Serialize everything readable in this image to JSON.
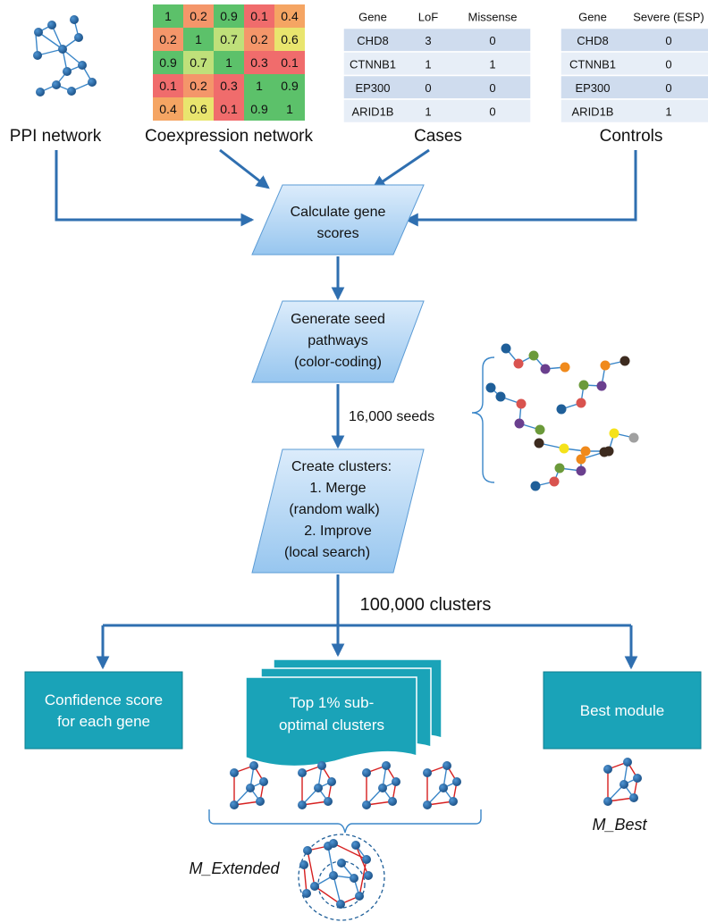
{
  "inputs": {
    "ppi_label": "PPI network",
    "coexp_label": "Coexpression network",
    "cases_label": "Cases",
    "controls_label": "Controls"
  },
  "coexpression_matrix": [
    [
      "1",
      "0.2",
      "0.9",
      "0.1",
      "0.4"
    ],
    [
      "0.2",
      "1",
      "0.7",
      "0.2",
      "0.6"
    ],
    [
      "0.9",
      "0.7",
      "1",
      "0.3",
      "0.1"
    ],
    [
      "0.1",
      "0.2",
      "0.3",
      "1",
      "0.9"
    ],
    [
      "0.4",
      "0.6",
      "0.1",
      "0.9",
      "1"
    ]
  ],
  "cases_table": {
    "headers": [
      "Gene",
      "LoF",
      "Missense"
    ],
    "rows": [
      [
        "CHD8",
        "3",
        "0"
      ],
      [
        "CTNNB1",
        "1",
        "1"
      ],
      [
        "EP300",
        "0",
        "0"
      ],
      [
        "ARID1B",
        "1",
        "0"
      ]
    ]
  },
  "controls_table": {
    "headers": [
      "Gene",
      "Severe (ESP)"
    ],
    "rows": [
      [
        "CHD8",
        "0"
      ],
      [
        "CTNNB1",
        "0"
      ],
      [
        "EP300",
        "0"
      ],
      [
        "ARID1B",
        "1"
      ]
    ]
  },
  "steps": {
    "calc": [
      "Calculate gene",
      "scores"
    ],
    "seed": [
      "Generate seed",
      "pathways",
      "(color-coding)"
    ],
    "cluster": [
      "Create clusters:",
      "1. Merge",
      "(random walk)",
      "2. Improve",
      "(local search)"
    ]
  },
  "labels": {
    "seeds": "16,000 seeds",
    "clusters": "100,000 clusters"
  },
  "outputs": {
    "confidence": [
      "Confidence score",
      "for each gene"
    ],
    "top": [
      "Top 1% sub-",
      "optimal clusters"
    ],
    "best": "Best module"
  },
  "modules": {
    "m_best": "M_Best",
    "m_extended": "M_Extended"
  },
  "colors": {
    "flow_arrow": "#2f6fb0",
    "step_fill_light": "#dcecfb",
    "step_fill_dark": "#97c6ef",
    "output_teal": "#1aa3b8",
    "node_blue": "#1f5f99",
    "edge_red": "#d62020",
    "heat_green": "#5cc16a",
    "heat_red": "#f06c6c",
    "heat_yellow": "#e9e56e",
    "heat_orange": "#f5a563"
  }
}
